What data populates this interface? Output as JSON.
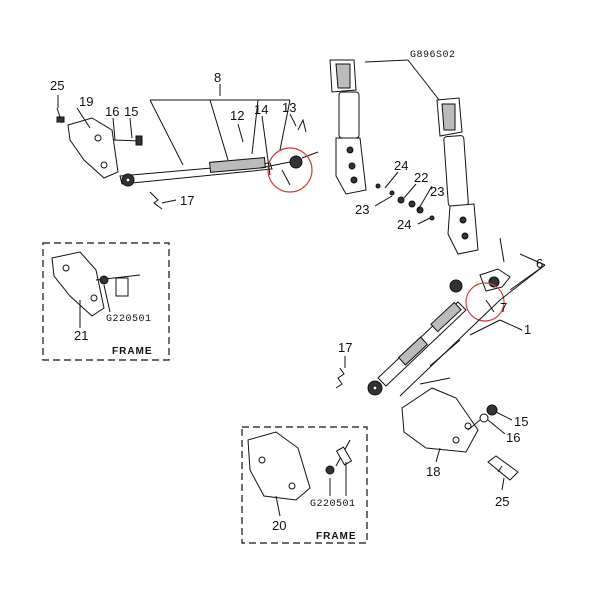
{
  "ref_code": "G896S02",
  "sub_code_left": "G220501",
  "sub_code_bottom": "G220501",
  "frame_left": "FRAME",
  "frame_bottom": "FRAME",
  "labels": {
    "l25a": "25",
    "l19": "19",
    "l16a": "16",
    "l15a": "15",
    "l8": "8",
    "l12": "12",
    "l14": "14",
    "l13": "13",
    "l17a": "17",
    "l24a": "24",
    "l22": "22",
    "l23a": "23",
    "l23b": "23",
    "l24b": "24",
    "l6": "6",
    "l7": "7",
    "l1": "1",
    "l21": "21",
    "l17b": "17",
    "l15b": "15",
    "l16b": "16",
    "l18": "18",
    "l25b": "25",
    "l20": "20"
  },
  "colors": {
    "highlight": "#d04040",
    "ink": "#111111"
  }
}
